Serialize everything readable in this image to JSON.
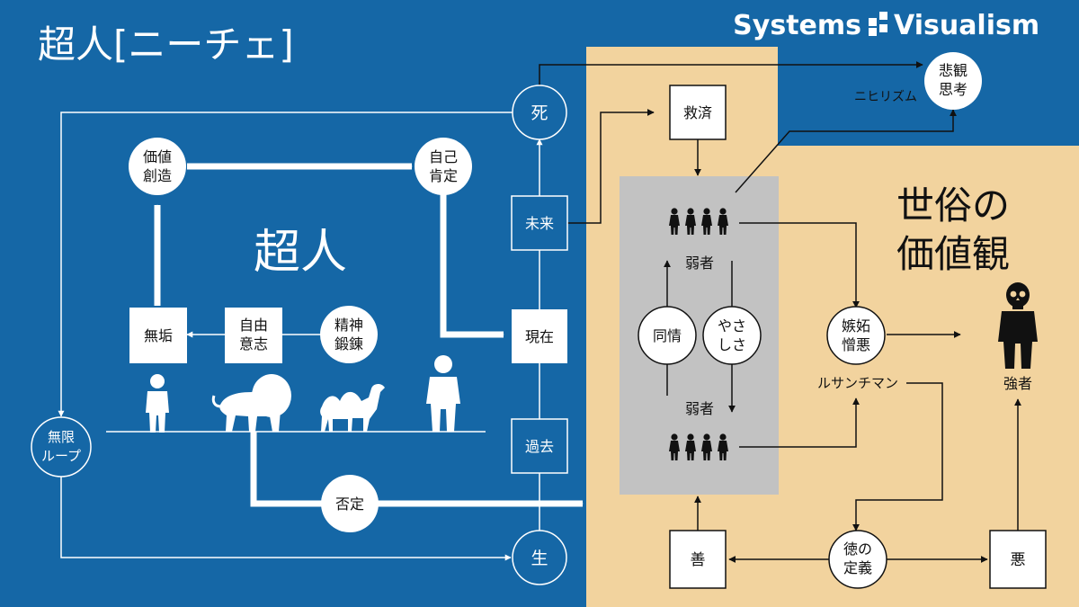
{
  "title": "超人[ニーチェ]",
  "brand": {
    "left": "Systems",
    "right": "Visualism"
  },
  "left_heading": "超人",
  "right_heading": {
    "line1": "世俗の",
    "line2": "価値観"
  },
  "circles": {
    "death": "死",
    "birth": "生",
    "value_creation": [
      "価値",
      "創造"
    ],
    "self_affirmation": [
      "自己",
      "肯定"
    ],
    "spirit": [
      "精神",
      "鍛錬"
    ],
    "negation": "否定",
    "infinite_loop": [
      "無限",
      "ループ"
    ],
    "pessimism": [
      "悲観",
      "思考"
    ],
    "sympathy": "同情",
    "kindness": [
      "やさ",
      "しさ"
    ],
    "envy_hatred": [
      "嫉妬",
      "憎悪"
    ],
    "moral_definition": [
      "徳の",
      "定義"
    ]
  },
  "boxes": {
    "innocence": "無垢",
    "free_will": [
      "自由",
      "意志"
    ],
    "future": "未来",
    "present": "現在",
    "past": "過去",
    "salvation": "救済",
    "good": "善",
    "evil": "悪"
  },
  "labels": {
    "nihilism": "ニヒリズム",
    "weak_top": "弱者",
    "weak_bottom": "弱者",
    "ressentiment": "ルサンチマン",
    "strong": "強者"
  },
  "colors": {
    "blue_bg": "#1567a6",
    "tan_bg": "#f2d39e",
    "gray_panel": "#c2c2c2",
    "white": "#ffffff",
    "black": "#111111"
  }
}
